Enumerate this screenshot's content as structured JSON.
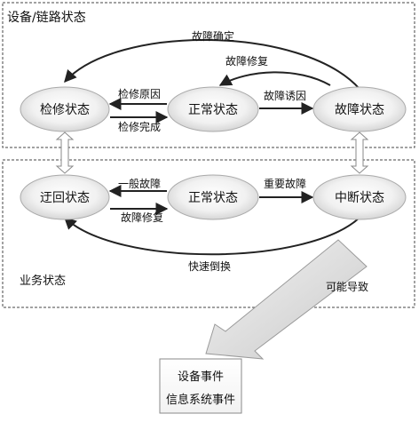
{
  "regions": {
    "device_link_title": "设备/链路状态",
    "service_title": "业务状态"
  },
  "nodes": {
    "maintenance": "检修状态",
    "normal_top": "正常状态",
    "fault": "故障状态",
    "detour": "迂回状态",
    "normal_bottom": "正常状态",
    "interrupt": "中断状态"
  },
  "edges": {
    "fault_confirm": "故障确定",
    "fault_repair_top": "故障修复",
    "maint_reason": "检修原因",
    "maint_done": "检修完成",
    "fault_cause": "故障诱因",
    "minor_fault": "一般故障",
    "fault_repair_bottom": "故障修复",
    "major_fault": "重要故障",
    "fast_switch": "快速倒换",
    "may_cause": "可能导致"
  },
  "event_box": {
    "line1": "设备事件",
    "line2": "信息系统事件"
  },
  "colors": {
    "node_fill_center": "#ffffff",
    "node_fill_edge": "#d3d3d3",
    "line": "#222222",
    "dashed_border": "#444444"
  }
}
